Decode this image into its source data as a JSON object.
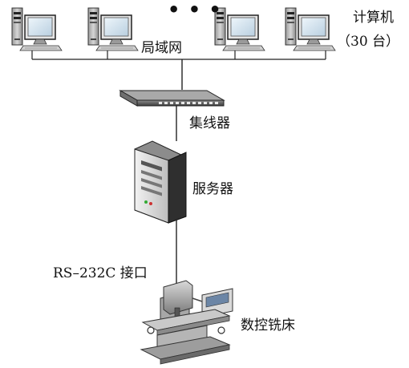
{
  "labels": {
    "computers_title": "计算机",
    "computers_count": "（30 台）",
    "lan": "局域网",
    "hub": "集线器",
    "server": "服务器",
    "interface": "RS–232C 接口",
    "cnc_machine": "数控铣床",
    "ellipsis": "• • •"
  },
  "nodes": [
    {
      "id": "computer-1",
      "type": "computer"
    },
    {
      "id": "computer-2",
      "type": "computer"
    },
    {
      "id": "computer-3",
      "type": "computer"
    },
    {
      "id": "computer-4",
      "type": "computer"
    },
    {
      "id": "lan",
      "type": "network",
      "label": "局域网"
    },
    {
      "id": "hub",
      "type": "hub",
      "label": "集线器"
    },
    {
      "id": "server",
      "type": "server",
      "label": "服务器"
    },
    {
      "id": "cnc-milling-machine",
      "type": "machine",
      "label": "数控铣床"
    }
  ],
  "edges": [
    {
      "from": "computer-1",
      "to": "lan"
    },
    {
      "from": "computer-2",
      "to": "lan"
    },
    {
      "from": "computer-3",
      "to": "lan"
    },
    {
      "from": "computer-4",
      "to": "lan"
    },
    {
      "from": "lan",
      "to": "hub"
    },
    {
      "from": "hub",
      "to": "server"
    },
    {
      "from": "server",
      "to": "cnc-milling-machine",
      "label": "RS–232C 接口"
    }
  ]
}
